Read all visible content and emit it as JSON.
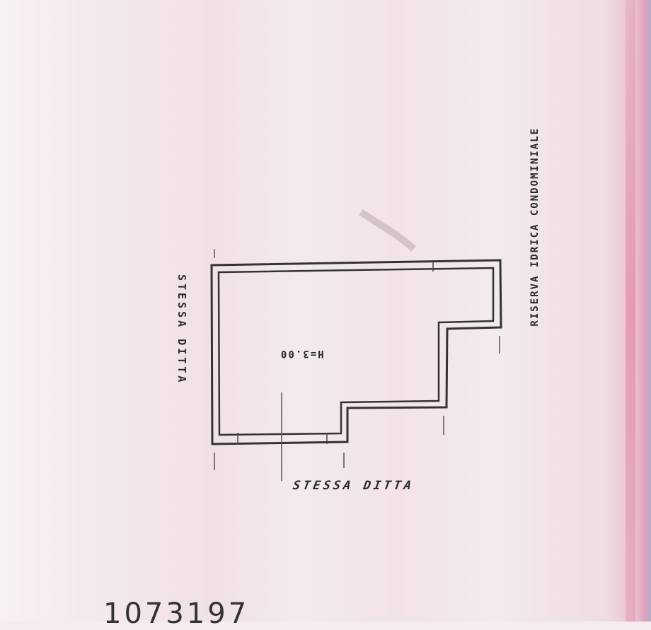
{
  "plan": {
    "height_label": "H=3.00",
    "label_bottom": "STESSA DITTA",
    "label_left": "STESSA DITTA",
    "label_right": "RISERVA IDRICA CONDOMINIALE"
  },
  "document_number": "1073197"
}
